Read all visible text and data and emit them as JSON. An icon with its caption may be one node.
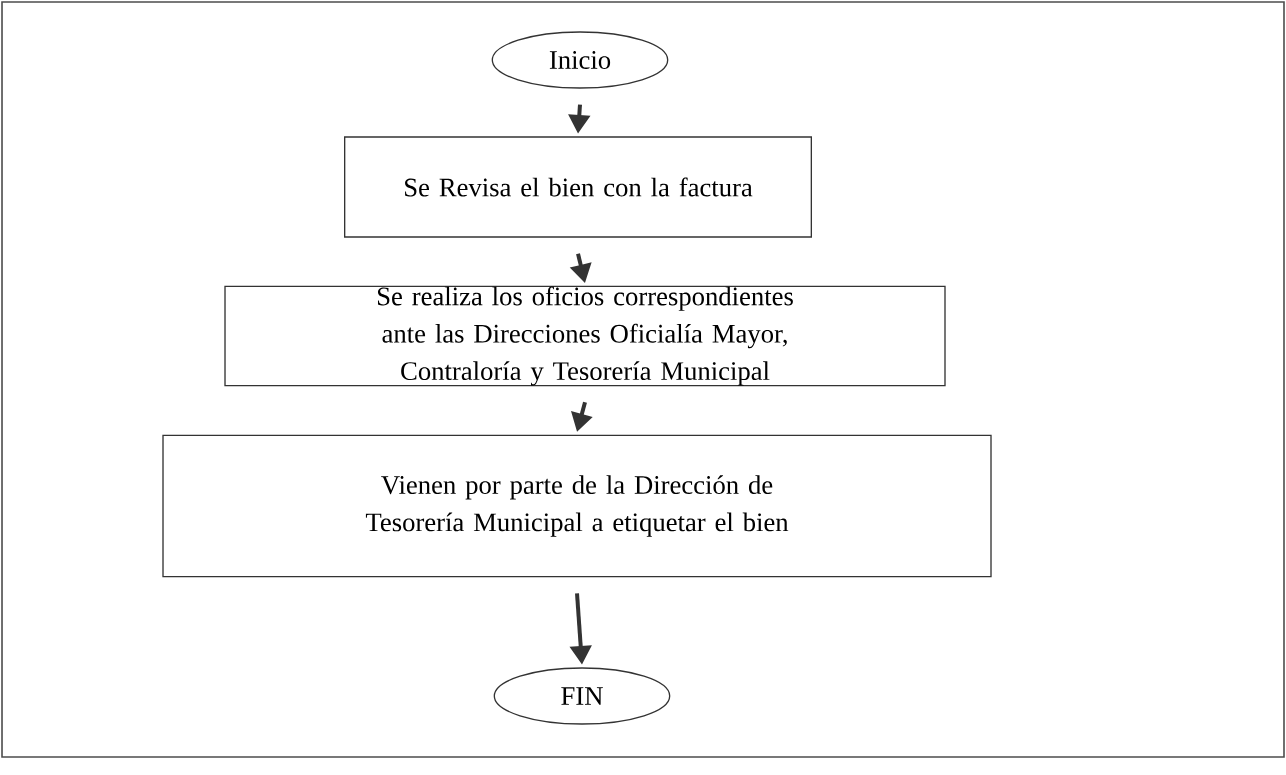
{
  "diagram": {
    "nodes": [
      {
        "text": [
          "Inicio"
        ]
      },
      {
        "text": [
          "Se Revisa el bien con la factura"
        ]
      },
      {
        "text": [
          "Se realiza los oficios correspondientes ante las Direcciones Oficialía Mayor, Contraloría y Tesorería Municipal"
        ]
      },
      {
        "text": [
          "Vienen por parte de la Dirección de Tesorería Municipal a etiquetar el bien"
        ]
      },
      {
        "text": [
          "FIN"
        ]
      }
    ],
    "edges": [
      {
        "from": 0,
        "to": 1,
        "arrow": "to"
      },
      {
        "from": 1,
        "to": 2,
        "arrow": "to"
      },
      {
        "from": 2,
        "to": 3,
        "arrow": "to"
      },
      {
        "from": 3,
        "to": 4,
        "arrow": "to"
      }
    ]
  }
}
